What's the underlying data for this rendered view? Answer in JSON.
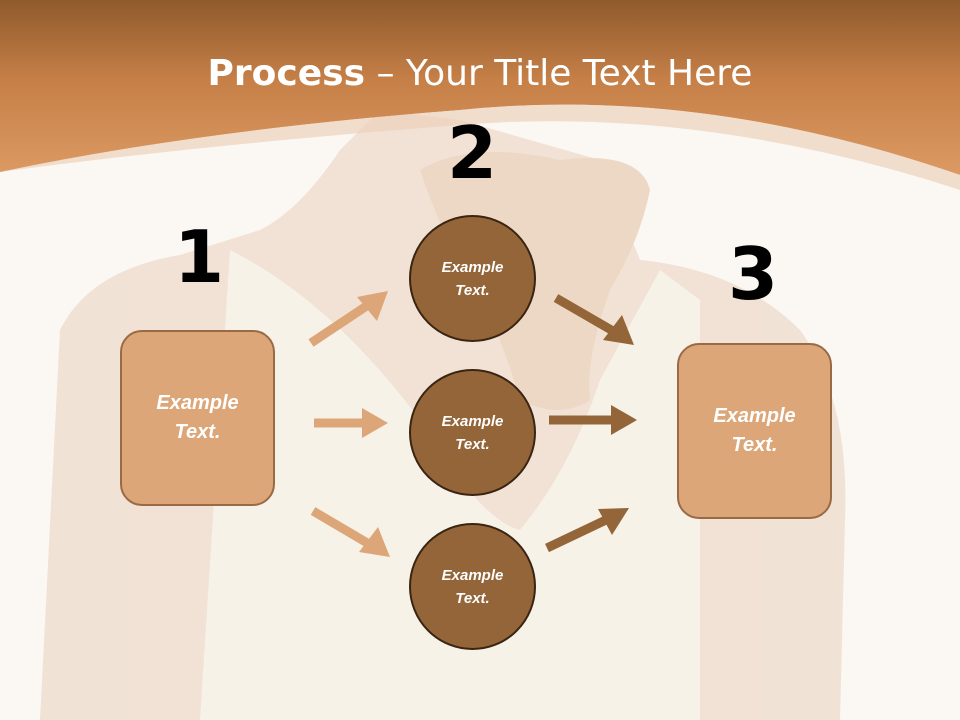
{
  "slide": {
    "title_bold": "Process",
    "title_rest": " – Your Title Text Here"
  },
  "steps": {
    "one": "1",
    "two": "2",
    "three": "3"
  },
  "left_box": {
    "text": "Example Text."
  },
  "right_box": {
    "text": "Example Text."
  },
  "circles": [
    {
      "text": "Example Text."
    },
    {
      "text": "Example Text."
    },
    {
      "text": "Example Text."
    }
  ],
  "colors": {
    "header_top": "#8f5a2c",
    "header_bottom": "#d8935a",
    "box_fill": "#dca679",
    "circle_fill": "#946538",
    "arrow_light": "#dca679",
    "arrow_dark": "#946538"
  }
}
